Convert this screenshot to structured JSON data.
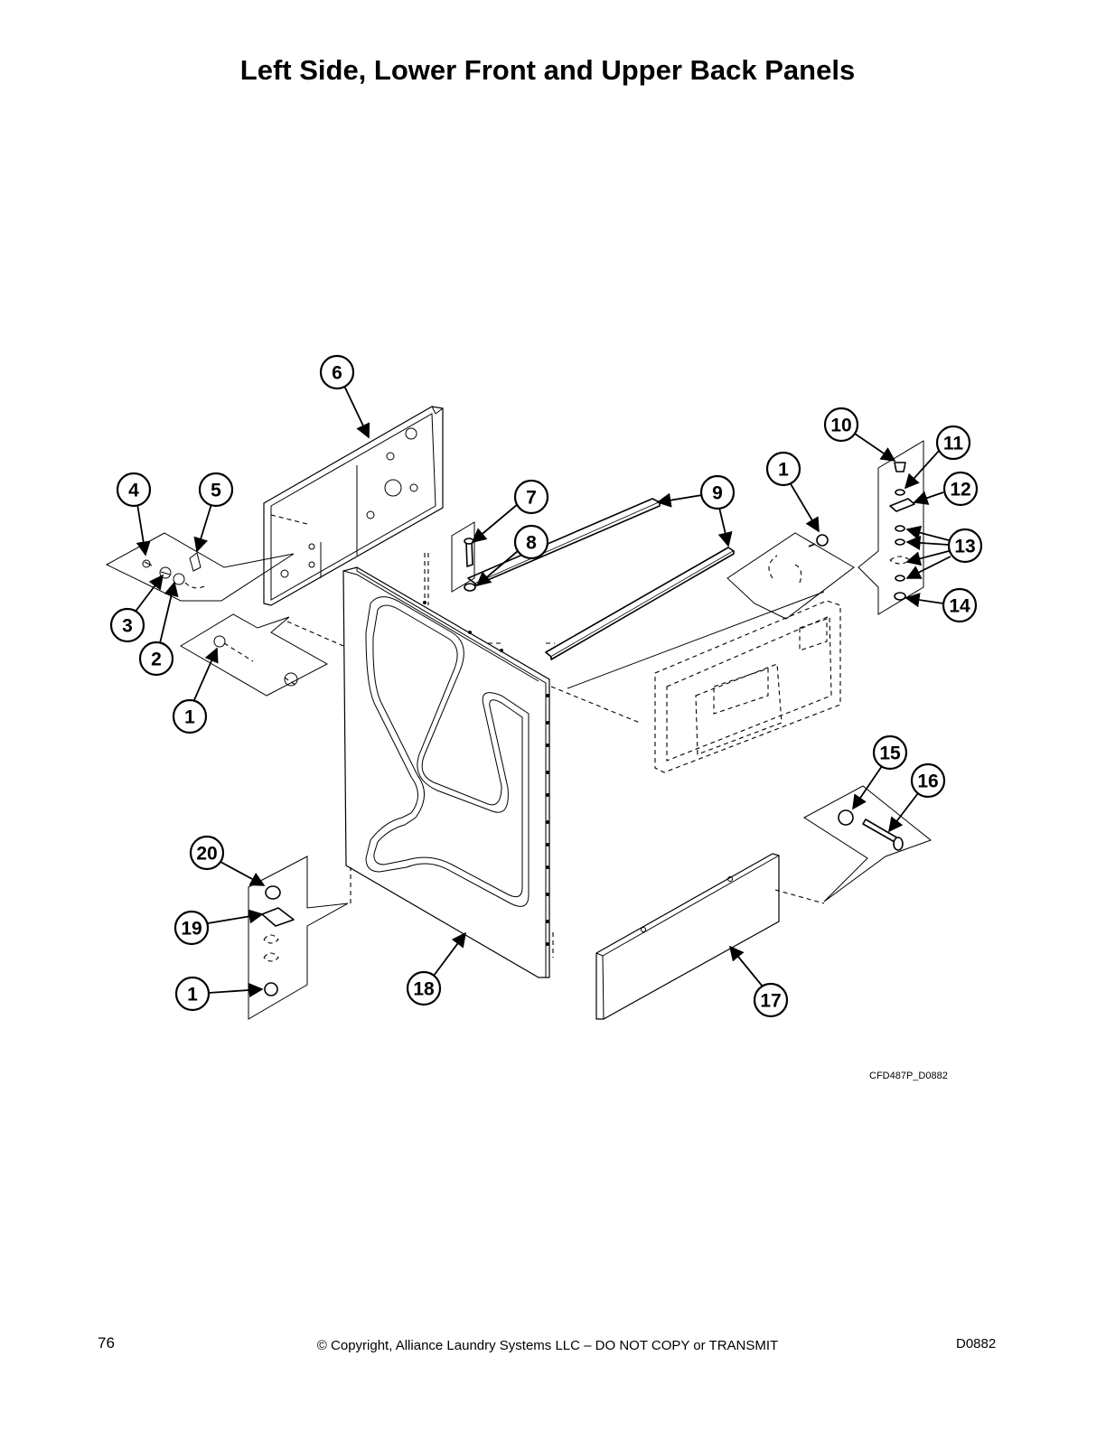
{
  "title": "Left Side, Lower Front and Upper Back Panels",
  "drawing_code": "CFD487P_D0882",
  "footer": {
    "page_number": "76",
    "copyright": "© Copyright, Alliance Laundry Systems LLC – DO NOT COPY or TRANSMIT",
    "doc_code": "D0882"
  },
  "callouts": [
    "1",
    "2",
    "3",
    "4",
    "5",
    "6",
    "7",
    "8",
    "9",
    "10",
    "11",
    "12",
    "13",
    "14",
    "15",
    "16",
    "17",
    "18",
    "19",
    "20"
  ]
}
